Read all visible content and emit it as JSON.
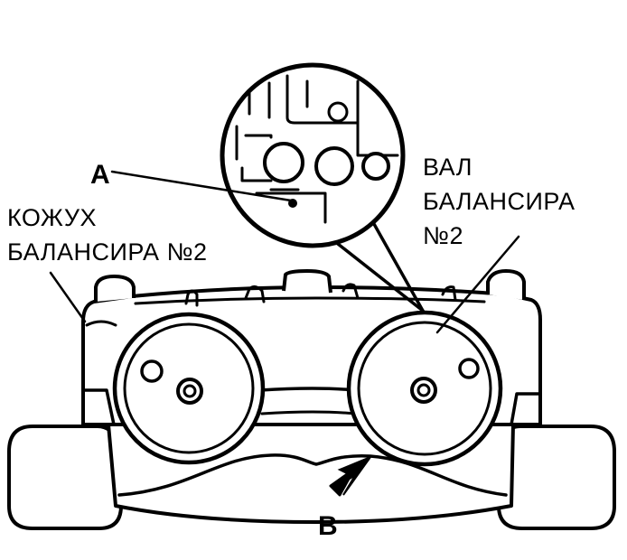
{
  "labels": {
    "marker_a": "A",
    "marker_b": "B",
    "housing_line1": "КОЖУХ",
    "housing_line2": "БАЛАНСИРА №2",
    "shaft_line1": "ВАЛ",
    "shaft_line2": "БАЛАНСИРА",
    "shaft_line3": "№2"
  },
  "colors": {
    "ink": "#000000",
    "paper": "#ffffff"
  }
}
